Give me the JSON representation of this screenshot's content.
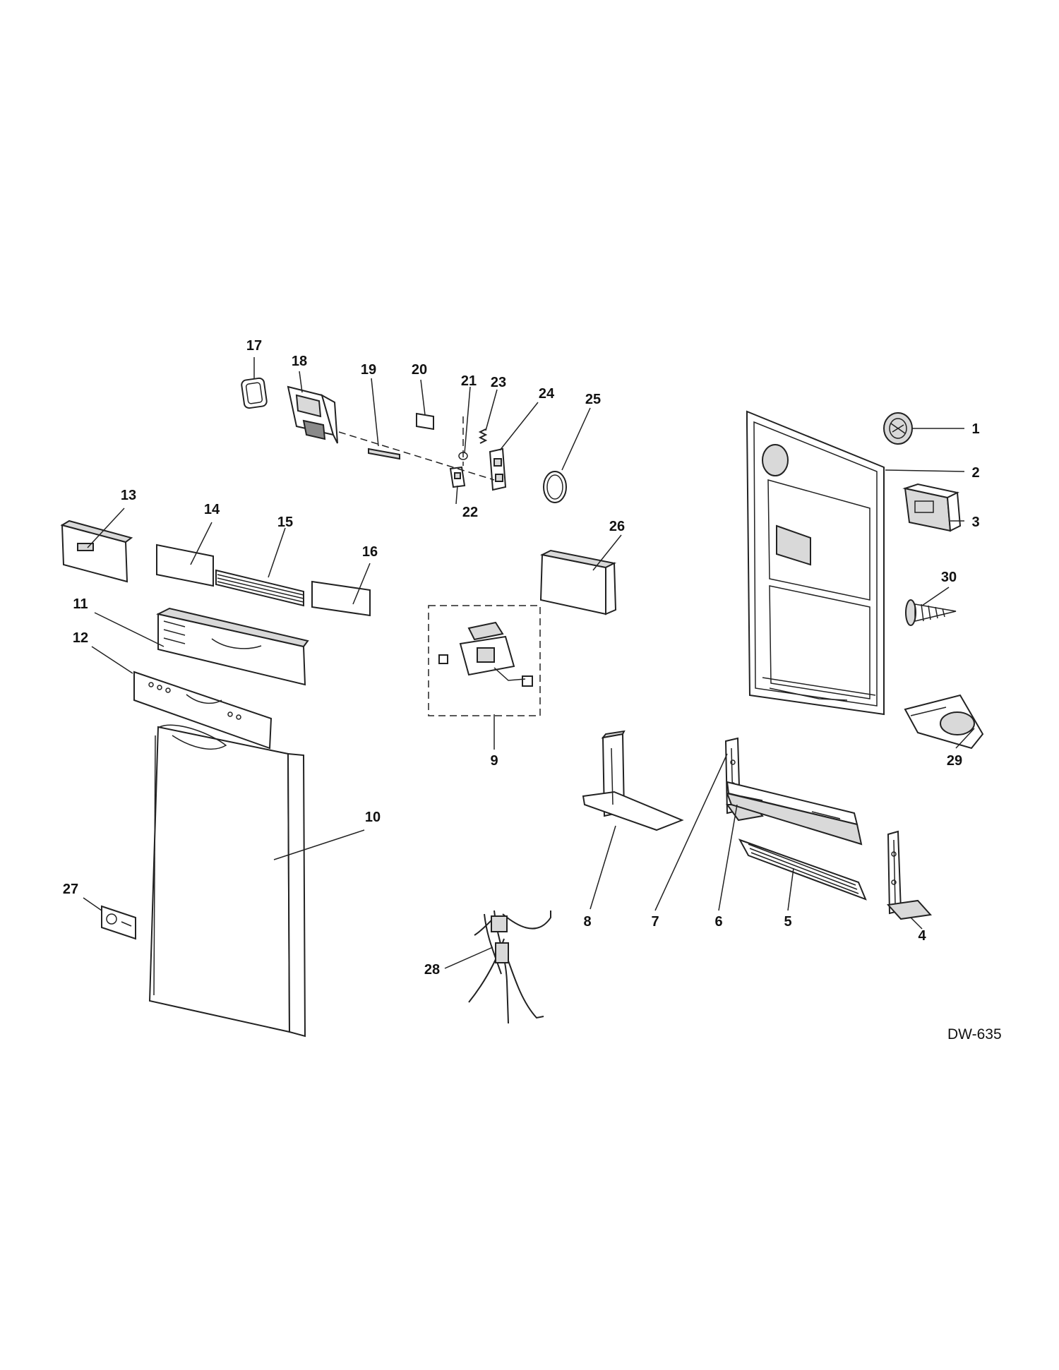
{
  "diagram": {
    "reference_code": "DW-635",
    "callouts": [
      "1",
      "2",
      "3",
      "4",
      "5",
      "6",
      "7",
      "8",
      "9",
      "10",
      "11",
      "12",
      "13",
      "14",
      "15",
      "16",
      "17",
      "18",
      "19",
      "20",
      "21",
      "22",
      "23",
      "24",
      "25",
      "26",
      "27",
      "28",
      "29",
      "30"
    ]
  }
}
